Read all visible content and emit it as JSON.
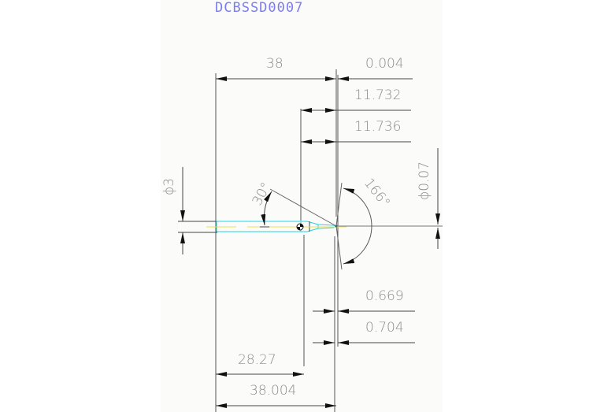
{
  "drawing": {
    "title": "DCBSSD0007",
    "colors": {
      "background": "#fbfcfa",
      "title": "#7c7cf0",
      "dimension_text": "#8c8c8c",
      "lines": "#2a2a2a",
      "thin_lines": "#777777",
      "tool_outline": "#22d3e6",
      "centerline": "#e8e24a",
      "tip_point": "#2030e0"
    },
    "dimensions": {
      "overall_length": "38",
      "overall_length_total": "38.004",
      "shank_length": "28.27",
      "tip_offset_top": "0.004",
      "neck_length_1": "11.732",
      "neck_length_2": "11.736",
      "tip_offset_1": "0.669",
      "tip_offset_2": "0.704",
      "shank_diameter": "ϕ3",
      "tip_diameter": "ϕ0.07",
      "taper_angle": "30°",
      "point_angle": "166°"
    }
  }
}
